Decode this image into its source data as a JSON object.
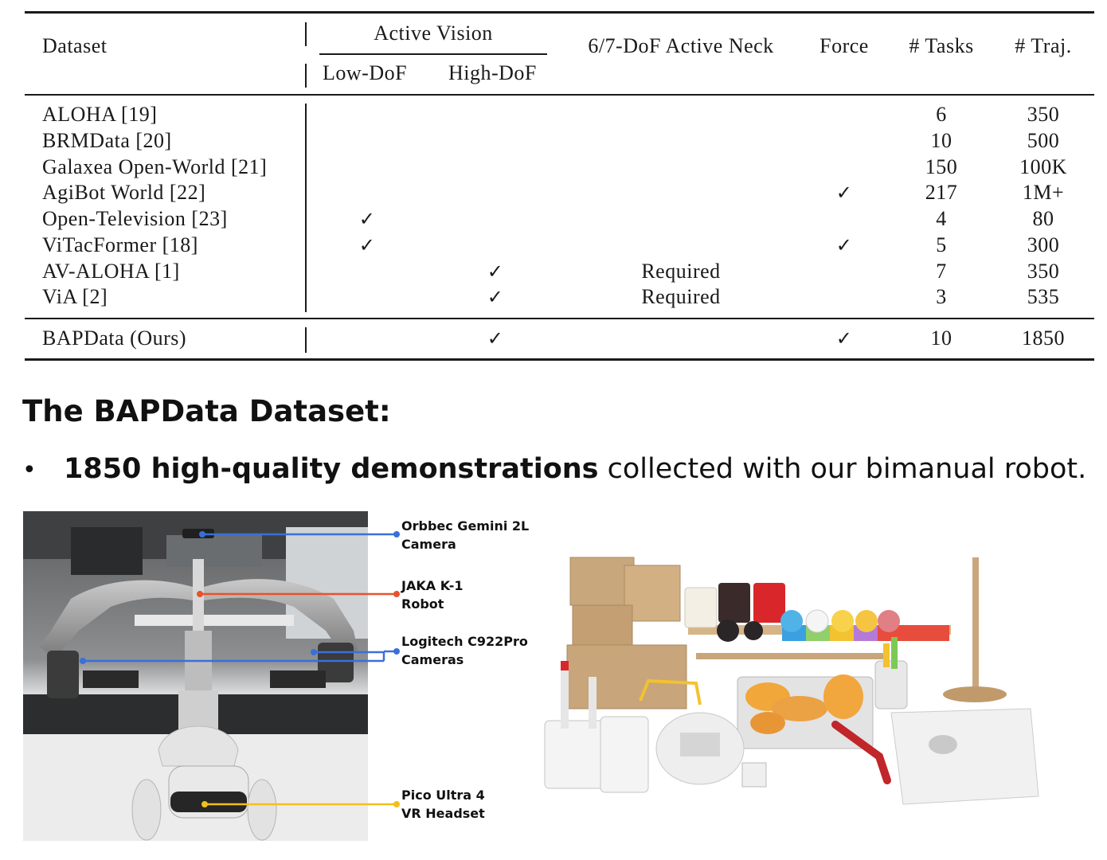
{
  "table": {
    "headers": {
      "dataset": "Dataset",
      "active_vision": "Active Vision",
      "low_dof": "Low-DoF",
      "high_dof": "High-DoF",
      "active_neck": "6/7-DoF Active Neck",
      "force": "Force",
      "tasks": "# Tasks",
      "traj": "# Traj."
    },
    "rows": [
      {
        "dataset": "ALOHA [19]",
        "low_dof": "",
        "high_dof": "",
        "neck": "",
        "force": "",
        "tasks": "6",
        "traj": "350"
      },
      {
        "dataset": "BRMData [20]",
        "low_dof": "",
        "high_dof": "",
        "neck": "",
        "force": "",
        "tasks": "10",
        "traj": "500"
      },
      {
        "dataset": "Galaxea Open-World [21]",
        "low_dof": "",
        "high_dof": "",
        "neck": "",
        "force": "",
        "tasks": "150",
        "traj": "100K"
      },
      {
        "dataset": "AgiBot World [22]",
        "low_dof": "",
        "high_dof": "",
        "neck": "",
        "force": "✓",
        "tasks": "217",
        "traj": "1M+"
      },
      {
        "dataset": "Open-Television [23]",
        "low_dof": "✓",
        "high_dof": "",
        "neck": "",
        "force": "",
        "tasks": "4",
        "traj": "80"
      },
      {
        "dataset": "ViTacFormer [18]",
        "low_dof": "✓",
        "high_dof": "",
        "neck": "",
        "force": "✓",
        "tasks": "5",
        "traj": "300"
      },
      {
        "dataset": "AV-ALOHA [1]",
        "low_dof": "",
        "high_dof": "✓",
        "neck": "Required",
        "force": "",
        "tasks": "7",
        "traj": "350"
      },
      {
        "dataset": "ViA [2]",
        "low_dof": "",
        "high_dof": "✓",
        "neck": "Required",
        "force": "",
        "tasks": "3",
        "traj": "535"
      }
    ],
    "ours": {
      "dataset": "BAPData (Ours)",
      "low_dof": "",
      "high_dof": "✓",
      "neck": "",
      "force": "✓",
      "tasks": "10",
      "traj": "1850"
    }
  },
  "slide": {
    "title": "The BAPData Dataset:",
    "bullet_symbol": "•",
    "bullet_bold": "1850 high-quality demonstrations",
    "bullet_rest": " collected with our bimanual robot."
  },
  "robot_photo": {
    "callouts": [
      {
        "line1": "Orbbec Gemini 2L",
        "line2": "Camera",
        "color": "#3b6fd8"
      },
      {
        "line1": "JAKA K-1",
        "line2": "Robot",
        "color": "#e8522a"
      },
      {
        "line1": "Logitech C922Pro",
        "line2": "Cameras",
        "color": "#3b6fd8"
      },
      {
        "line1": "Pico Ultra 4",
        "line2": "VR Headset",
        "color": "#f2bf1c"
      }
    ]
  },
  "icons": {
    "check": "checkmark-icon",
    "bullet": "bullet-dot-icon"
  }
}
